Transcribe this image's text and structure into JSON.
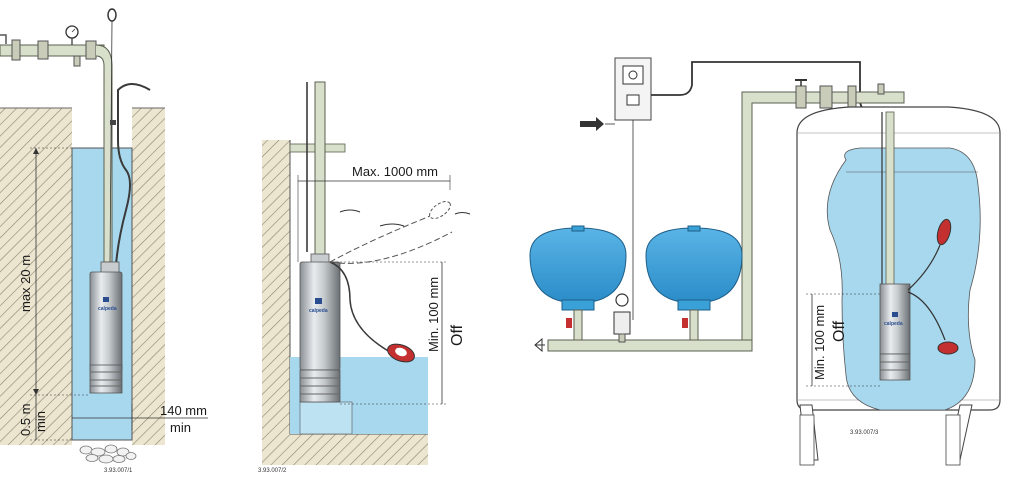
{
  "fig1": {
    "max_depth": "max 20 m",
    "min_submersion": "0.5 m",
    "min_submersion_unit": "min",
    "clearance": "140 mm",
    "clearance_unit": "min",
    "code": "3.93.007/1",
    "brand": "calpeda"
  },
  "fig2": {
    "max_distance": "Max. 1000 mm",
    "min_level": "Min. 100 mm",
    "off_label": "Off",
    "code": "3.93.007/2",
    "brand": "calpeda"
  },
  "fig3": {
    "min_level": "Min. 100 mm",
    "off_label": "Off",
    "code": "3.93.007/3",
    "brand": "calpeda"
  },
  "colors": {
    "water": "#a8d8ee",
    "vessel": "#3aa0d8",
    "pipe": "#d8e0cc",
    "pipe_outline": "#5a6050",
    "float": "#c43030",
    "wall": "#e8e2cc"
  }
}
